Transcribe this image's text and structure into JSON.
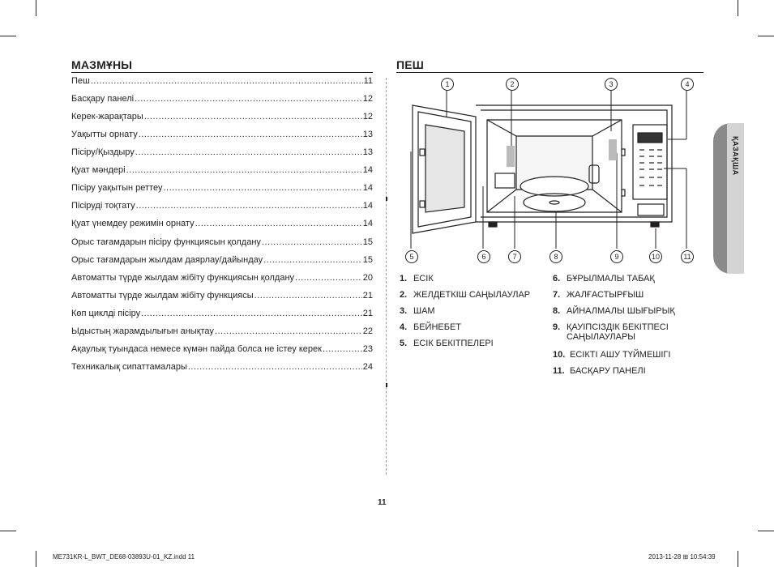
{
  "toc": {
    "title": "МАЗМҰНЫ",
    "entries": [
      {
        "label": "Пеш",
        "page": "11"
      },
      {
        "label": "Басқару панелі",
        "page": "12"
      },
      {
        "label": "Керек-жарақтары",
        "page": "12"
      },
      {
        "label": "Уақытты орнату",
        "page": "13"
      },
      {
        "label": "Пісіру/Қыздыру",
        "page": "13"
      },
      {
        "label": "Қуат мәндері",
        "page": "14"
      },
      {
        "label": "Пісіру уақытын реттеу",
        "page": "14"
      },
      {
        "label": "Пісіруді тоқтату",
        "page": "14"
      },
      {
        "label": "Қуат үнемдеу режимін орнату",
        "page": "14"
      },
      {
        "label": "Орыс тағамдарын пісіру функциясын қолдану",
        "page": "15"
      },
      {
        "label": "Орыс тағамдарын жылдам даярлау/дайындау",
        "page": "15"
      },
      {
        "label": "Автоматты түрде жылдам жібіту функциясын қолдану",
        "page": "20"
      },
      {
        "label": "Автоматты түрде жылдам жібіту функциясы",
        "page": "21"
      },
      {
        "label": "Көп циклді пісіру",
        "page": "21"
      },
      {
        "label": "Ыдыстың жарамдылығын анықтау",
        "page": "22"
      },
      {
        "label": "Ақаулық туындаса немесе күмән пайда болса не істеу керек",
        "page": "23"
      },
      {
        "label": "Техникалық сипаттамалары",
        "page": "24"
      }
    ]
  },
  "oven": {
    "title": "ПЕШ",
    "callouts": [
      "1",
      "2",
      "3",
      "4",
      "5",
      "6",
      "7",
      "8",
      "9",
      "10",
      "11"
    ],
    "parts_left": [
      {
        "num": "1.",
        "label": "ЕСІК"
      },
      {
        "num": "2.",
        "label": "ЖЕЛДЕТКІШ САҢЫЛАУЛАР"
      },
      {
        "num": "3.",
        "label": "ШАМ"
      },
      {
        "num": "4.",
        "label": "БЕЙНЕБЕТ"
      },
      {
        "num": "5.",
        "label": "ЕСІК БЕКІТПЕЛЕРІ"
      }
    ],
    "parts_right": [
      {
        "num": "6.",
        "label": "БҰРЫЛМАЛЫ ТАБАҚ"
      },
      {
        "num": "7.",
        "label": "ЖАЛҒАСТЫРҒЫШ"
      },
      {
        "num": "8.",
        "label": "АЙНАЛМАЛЫ ШЫҒЫРЫҚ"
      },
      {
        "num": "9.",
        "label": "ҚАУІПСІЗДІК БЕКІТПЕСІ",
        "label2": "САҢЫЛАУЛАРЫ"
      },
      {
        "num": "10.",
        "label": "ЕСІКТІ АШУ ТҮЙМЕШІГІ"
      },
      {
        "num": "11.",
        "label": "БАСҚАРУ ПАНЕЛІ"
      }
    ]
  },
  "side_tab": "ҚАЗАҚША",
  "page_number": "11",
  "footer": {
    "left": "ME731KR-L_BWT_DE68-03893U-01_KZ.indd   11",
    "right": "2013-11-28   ⊞ 10:54:39"
  }
}
